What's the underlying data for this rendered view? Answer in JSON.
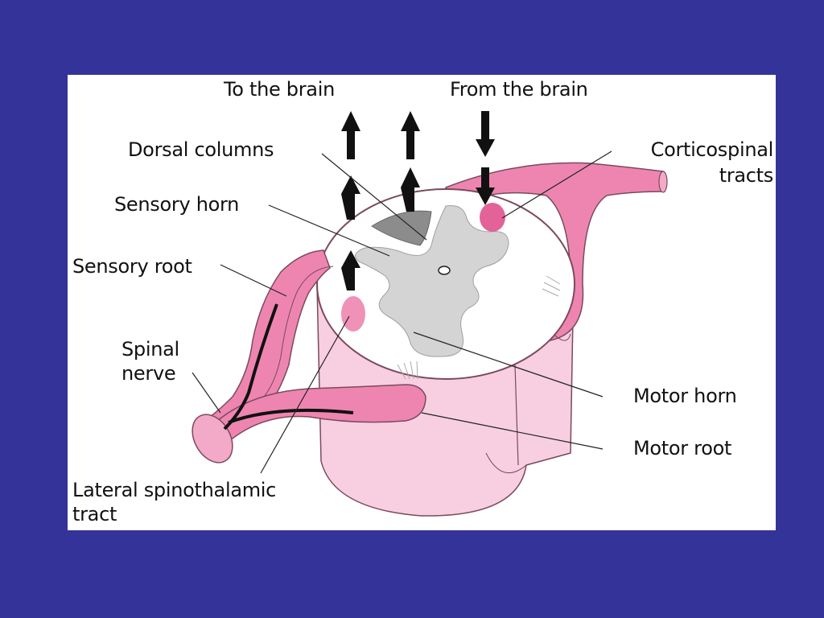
{
  "background_color": "#333399",
  "diagram": {
    "labels": {
      "to_brain": "To the brain",
      "from_brain": "From the brain",
      "dorsal_columns": "Dorsal columns",
      "corticospinal_line1": "Corticospinal",
      "corticospinal_line2": "tracts",
      "sensory_horn": "Sensory horn",
      "sensory_root": "Sensory root",
      "spinal_nerve_line1": "Spinal",
      "spinal_nerve_line2": "nerve",
      "motor_horn": "Motor horn",
      "motor_root": "Motor root",
      "lateral_line1": "Lateral spinothalamic",
      "lateral_line2": "tract"
    },
    "colors": {
      "cord_pink": "#f7cfe0",
      "root_pink": "#ee85b0",
      "tract_magenta": "#e0528e",
      "grey_matter": "#d4d4d4",
      "dorsal_grey": "#8c8c8c",
      "arrow": "#111111"
    }
  }
}
